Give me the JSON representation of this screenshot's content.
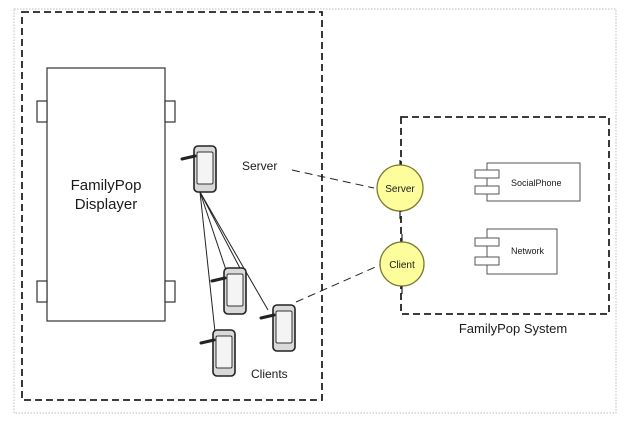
{
  "diagram": {
    "displayer": {
      "line1": "FamilyPop",
      "line2": "Displayer"
    },
    "server_label": "Server",
    "clients_label": "Clients",
    "server_node": "Server",
    "client_node": "Client",
    "system_label": "FamilyPop System",
    "components": [
      {
        "label": "SocialPhone"
      },
      {
        "label": "Network"
      }
    ],
    "colors": {
      "node_fill": "#fdfd9c",
      "node_stroke": "#7a7a30",
      "line": "#222222",
      "frame": "#bdbdbd"
    }
  }
}
